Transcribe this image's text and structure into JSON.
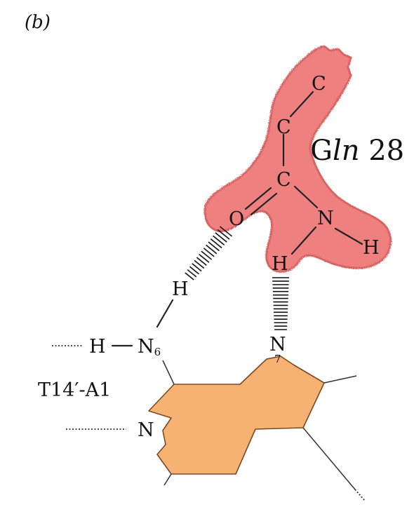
{
  "panel_label": "(b)",
  "residue": {
    "prefix": "G",
    "italic": "ln",
    "number": " 28"
  },
  "base_label": "T14′-A1",
  "atoms": {
    "c_top": "C",
    "c_mid": "C",
    "c_low": "C",
    "o": "O",
    "n_amide": "N",
    "h_amide": "H",
    "h_amide2": "H",
    "h_base": "H",
    "h_left": "H",
    "n6": "N",
    "n6_sub": "6",
    "n7": "N",
    "n7_sub": "7",
    "n_ring": "N"
  },
  "colors": {
    "glutamine": "#ee8080",
    "glutamine_edge": "#d86464",
    "adenine": "#f6b273",
    "adenine_edge": "#7a4a24"
  }
}
